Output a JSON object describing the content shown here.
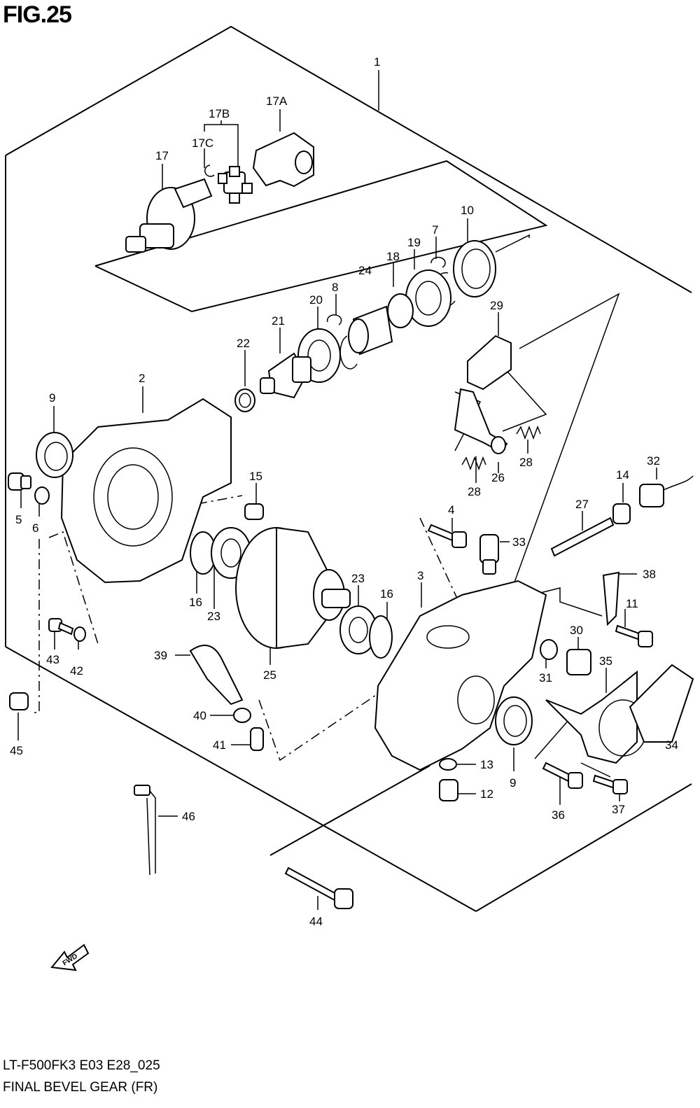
{
  "figure": {
    "title": "FIG.25",
    "model_code": "LT-F500FK3 E03 E28_025",
    "name": "FINAL BEVEL GEAR (FR)",
    "fwd_label": "FWD"
  },
  "callouts": [
    {
      "id": "1",
      "label": "1"
    },
    {
      "id": "2",
      "label": "2"
    },
    {
      "id": "3",
      "label": "3"
    },
    {
      "id": "4",
      "label": "4"
    },
    {
      "id": "5",
      "label": "5"
    },
    {
      "id": "6",
      "label": "6"
    },
    {
      "id": "7",
      "label": "7"
    },
    {
      "id": "8",
      "label": "8"
    },
    {
      "id": "9a",
      "label": "9"
    },
    {
      "id": "9b",
      "label": "9"
    },
    {
      "id": "10",
      "label": "10"
    },
    {
      "id": "11",
      "label": "11"
    },
    {
      "id": "12",
      "label": "12"
    },
    {
      "id": "13",
      "label": "13"
    },
    {
      "id": "14",
      "label": "14"
    },
    {
      "id": "15",
      "label": "15"
    },
    {
      "id": "16a",
      "label": "16"
    },
    {
      "id": "16b",
      "label": "16"
    },
    {
      "id": "17",
      "label": "17"
    },
    {
      "id": "17A",
      "label": "17A"
    },
    {
      "id": "17B",
      "label": "17B"
    },
    {
      "id": "17C",
      "label": "17C"
    },
    {
      "id": "18",
      "label": "18"
    },
    {
      "id": "19",
      "label": "19"
    },
    {
      "id": "20",
      "label": "20"
    },
    {
      "id": "21",
      "label": "21"
    },
    {
      "id": "22",
      "label": "22"
    },
    {
      "id": "23a",
      "label": "23"
    },
    {
      "id": "23b",
      "label": "23"
    },
    {
      "id": "24",
      "label": "24"
    },
    {
      "id": "25",
      "label": "25"
    },
    {
      "id": "26",
      "label": "26"
    },
    {
      "id": "27",
      "label": "27"
    },
    {
      "id": "28a",
      "label": "28"
    },
    {
      "id": "28b",
      "label": "28"
    },
    {
      "id": "29",
      "label": "29"
    },
    {
      "id": "30",
      "label": "30"
    },
    {
      "id": "31",
      "label": "31"
    },
    {
      "id": "32",
      "label": "32"
    },
    {
      "id": "33",
      "label": "33"
    },
    {
      "id": "34",
      "label": "34"
    },
    {
      "id": "35",
      "label": "35"
    },
    {
      "id": "36",
      "label": "36"
    },
    {
      "id": "37",
      "label": "37"
    },
    {
      "id": "38",
      "label": "38"
    },
    {
      "id": "39",
      "label": "39"
    },
    {
      "id": "40",
      "label": "40"
    },
    {
      "id": "41",
      "label": "41"
    },
    {
      "id": "42",
      "label": "42"
    },
    {
      "id": "43",
      "label": "43"
    },
    {
      "id": "44",
      "label": "44"
    },
    {
      "id": "45",
      "label": "45"
    },
    {
      "id": "46",
      "label": "46"
    }
  ]
}
